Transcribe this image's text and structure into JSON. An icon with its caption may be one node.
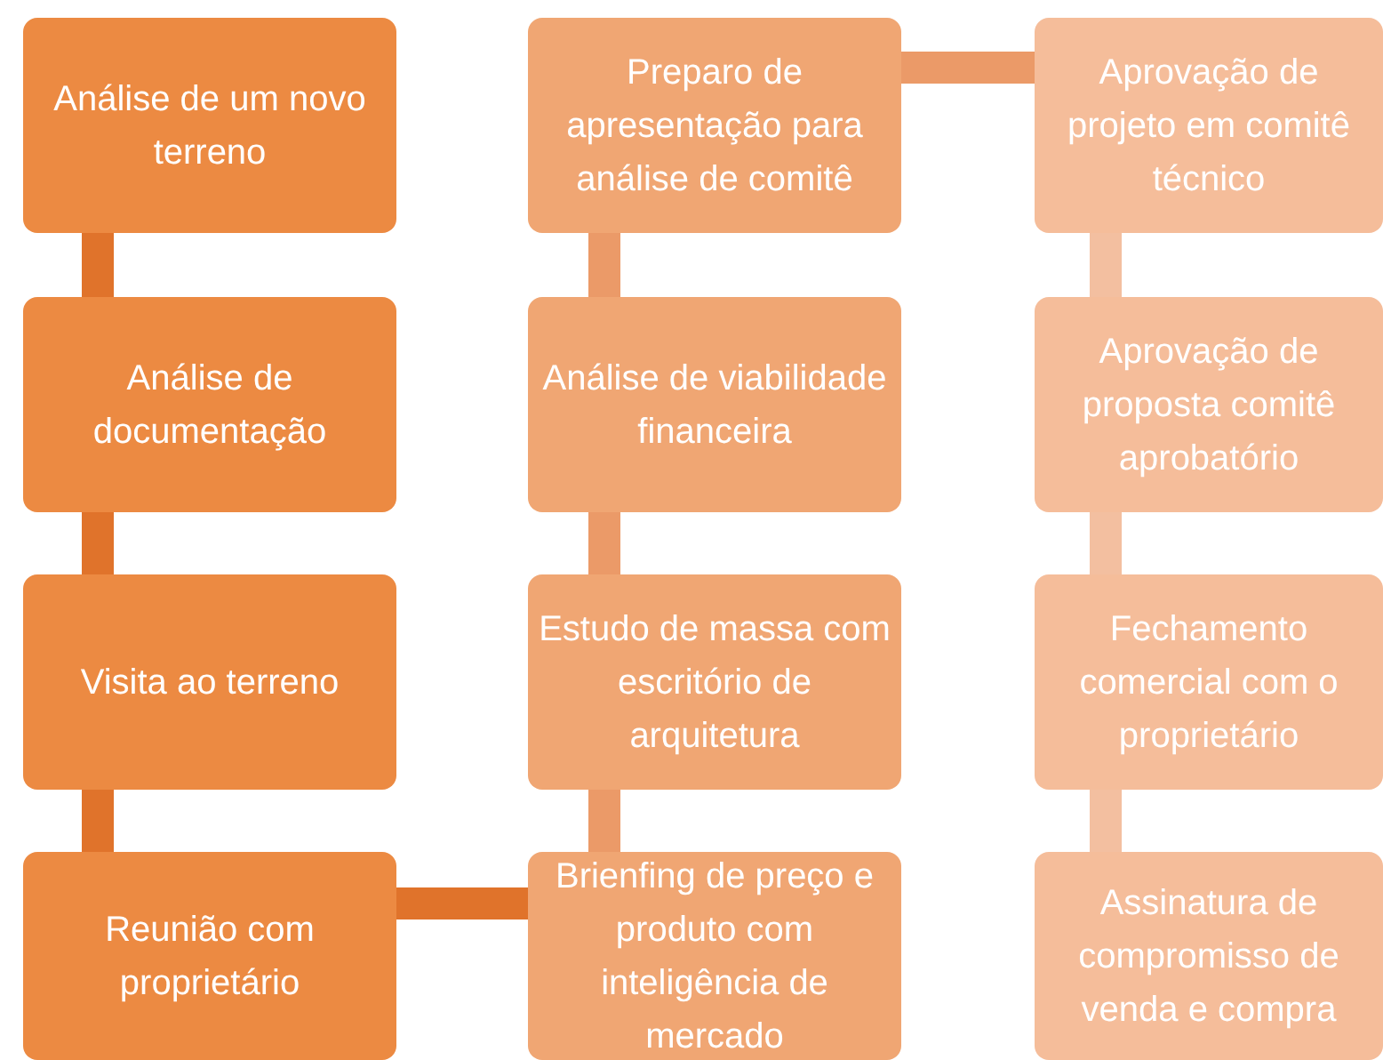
{
  "diagram": {
    "nodes": [
      {
        "text": [
          "Análise de um novo terreno"
        ]
      },
      {
        "text": [
          "Preparo de apresentação para análise de comitê"
        ]
      },
      {
        "text": [
          "Aprovação de projeto em comitê técnico"
        ]
      },
      {
        "text": [
          "Análise de documentação"
        ]
      },
      {
        "text": [
          "Análise de viabilidade financeira"
        ]
      },
      {
        "text": [
          "Aprovação de proposta comitê aprobatório"
        ]
      },
      {
        "text": [
          "Visita ao terreno"
        ]
      },
      {
        "text": [
          "Estudo de massa com escritório de arquitetura"
        ]
      },
      {
        "text": [
          "Fechamento comercial com o proprietário"
        ]
      },
      {
        "text": [
          "Reunião com proprietário"
        ]
      },
      {
        "text": [
          "Brienfing de preço e produto com inteligência de mercado"
        ]
      },
      {
        "text": [
          "Assinatura de compromisso de venda e compra"
        ]
      }
    ],
    "edges": [
      {
        "from": 0,
        "to": 3,
        "arrow": "none",
        "color": "#e0732b"
      },
      {
        "from": 3,
        "to": 6,
        "arrow": "none",
        "color": "#e0732b"
      },
      {
        "from": 6,
        "to": 9,
        "arrow": "none",
        "color": "#e0732b"
      },
      {
        "from": 9,
        "to": 10,
        "arrow": "none",
        "color": "#e0732b"
      },
      {
        "from": 10,
        "to": 7,
        "arrow": "none",
        "color": "#eb9a68"
      },
      {
        "from": 7,
        "to": 4,
        "arrow": "none",
        "color": "#eb9a68"
      },
      {
        "from": 4,
        "to": 1,
        "arrow": "none",
        "color": "#eb9a68"
      },
      {
        "from": 1,
        "to": 2,
        "arrow": "none",
        "color": "#eb9a68"
      },
      {
        "from": 2,
        "to": 5,
        "arrow": "none",
        "color": "#f3bfa0"
      },
      {
        "from": 5,
        "to": 8,
        "arrow": "none",
        "color": "#f3bfa0"
      },
      {
        "from": 8,
        "to": 11,
        "arrow": "none",
        "color": "#f3bfa0"
      }
    ]
  }
}
